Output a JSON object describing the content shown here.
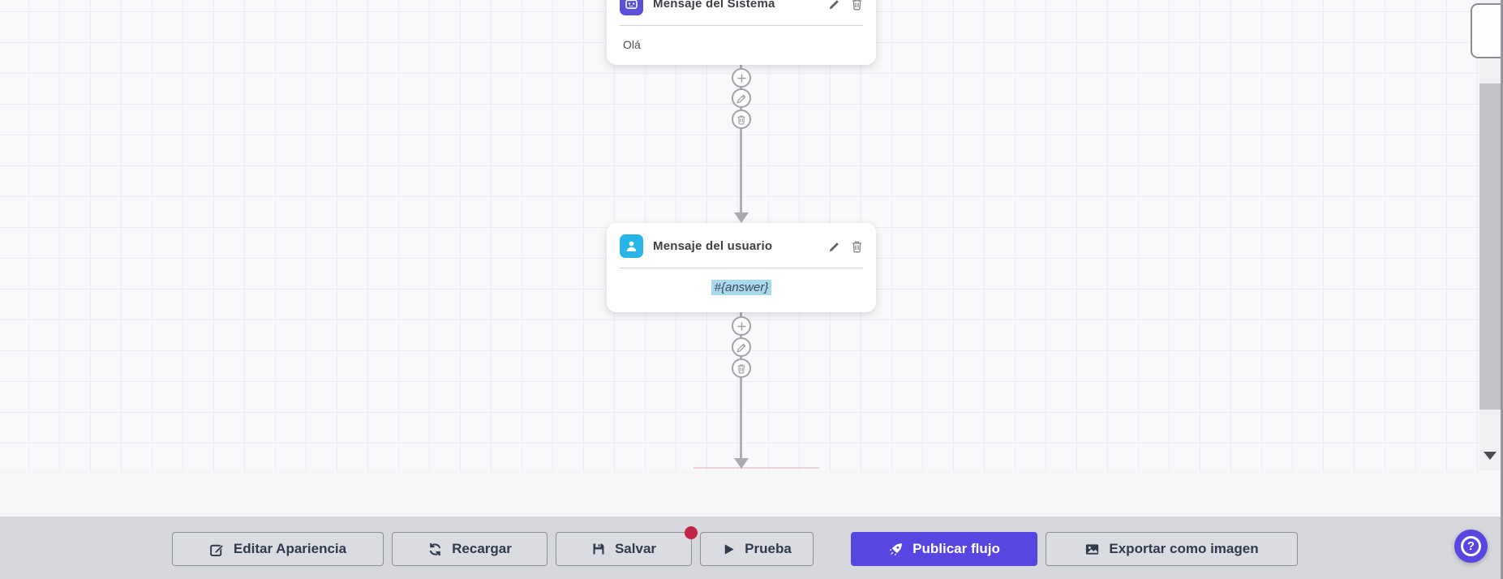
{
  "canvas": {
    "background": "#F8F9FA",
    "grid_color": "#ECEDF4",
    "nodes": [
      {
        "title": "Mensaje del Sistema",
        "body": "Olá",
        "icon": "robot-icon",
        "icon_color": "#5B50D8",
        "actions": [
          {
            "label": "edit"
          },
          {
            "label": "delete"
          }
        ]
      },
      {
        "title": "Mensaje del usuario",
        "body": "#{answer}",
        "body_is_variable_chip": true,
        "icon": "user-icon",
        "icon_color": "#29B4E8",
        "actions": [
          {
            "label": "edit"
          },
          {
            "label": "delete"
          }
        ]
      }
    ],
    "connector_actions": [
      "add",
      "edit",
      "delete"
    ],
    "connector_color": "#AFB0B5"
  },
  "toolbar": {
    "background": "#D7D8DD",
    "primary_color": "#5746E2",
    "badge_color": "#C12643",
    "buttons": [
      {
        "label": "Editar Apariencia",
        "icon": "edit-icon"
      },
      {
        "label": "Recargar",
        "icon": "refresh-icon"
      },
      {
        "label": "Salvar",
        "icon": "save-icon",
        "unsaved_badge": true
      },
      {
        "label": "Prueba",
        "icon": "play-icon"
      },
      {
        "label": "Publicar flujo",
        "icon": "rocket-icon",
        "primary": true
      },
      {
        "label": "Exportar como imagen",
        "icon": "image-icon"
      }
    ]
  },
  "help_button": {
    "label": "?",
    "color": "#5746E2"
  }
}
